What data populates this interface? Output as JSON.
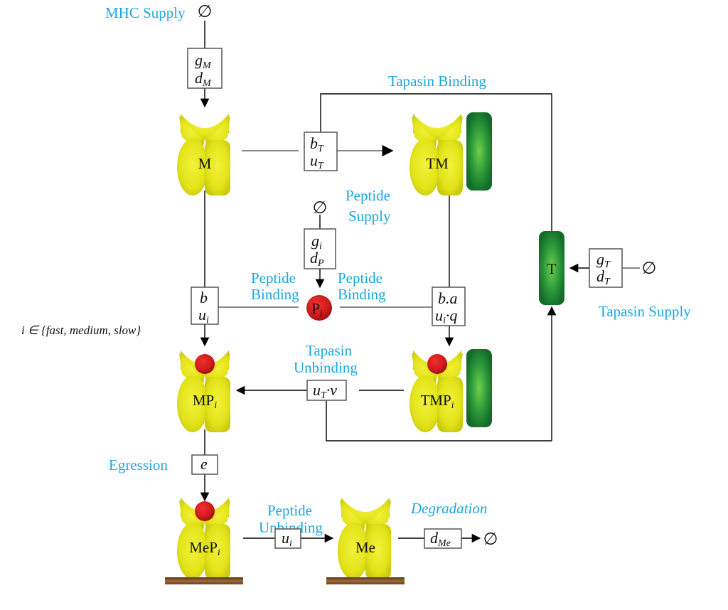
{
  "labels": {
    "mhc_supply": "MHC Supply",
    "tapasin_binding": "Tapasin Binding",
    "peptide_supply_line1": "Peptide",
    "peptide_supply_line2": "Supply",
    "peptide_binding_left_line1": "Peptide",
    "peptide_binding_left_line2": "Binding",
    "peptide_binding_right_line1": "Peptide",
    "peptide_binding_right_line2": "Binding",
    "tapasin_supply": "Tapasin Supply",
    "tapasin_unbinding_line1": "Tapasin",
    "tapasin_unbinding_line2": "Unbinding",
    "egression": "Egression",
    "peptide_unbinding_line1": "Peptide",
    "peptide_unbinding_line2": "Unbinding",
    "degradation": "Degradation",
    "index_note": "i ∈ {fast, medium, slow}"
  },
  "empty_set_symbol": "∅",
  "nodes": {
    "M": {
      "label": "M"
    },
    "TM": {
      "label": "TM"
    },
    "T": {
      "label": "T"
    },
    "P": {
      "label": "P",
      "sub": "i"
    },
    "MP": {
      "label": "MP",
      "sub": "i"
    },
    "TMP": {
      "label": "TMP",
      "sub": "i"
    },
    "MeP": {
      "label": "MeP",
      "sub": "i"
    },
    "Me": {
      "label": "Me"
    }
  },
  "rates": {
    "mhc_supply": {
      "line1": "g",
      "sub1": "M",
      "line2": "d",
      "sub2": "M"
    },
    "tapasin_binding": {
      "line1": "b",
      "sub1": "T",
      "line2": "u",
      "sub2": "T"
    },
    "peptide_supply": {
      "line1": "g",
      "sub1": "i",
      "line2": "d",
      "sub2": "P"
    },
    "peptide_binding_m": {
      "line1": "b",
      "sub1": "",
      "line2": "u",
      "sub2": "i"
    },
    "peptide_binding_tm": {
      "line1": "b.a",
      "sub1": "",
      "line2": "u",
      "sub2": "i",
      "line2_tail": "·q"
    },
    "tapasin_supply": {
      "line1": "g",
      "sub1": "T",
      "line2": "d",
      "sub2": "T"
    },
    "tapasin_unbinding": {
      "line1": "u",
      "sub1": "T",
      "line1_tail": "·v"
    },
    "egression": {
      "line1": "e"
    },
    "peptide_unbinding": {
      "line1": "u",
      "sub1": "i"
    },
    "degradation": {
      "line1": "d",
      "sub1": "Me"
    }
  },
  "colors": {
    "label_blue": "#1aa7e0",
    "mhc_yellow": "#e6e619",
    "tapasin_green": "#1f8a3a",
    "peptide_red": "#d11c1c",
    "membrane_brown": "#7a4f22"
  }
}
